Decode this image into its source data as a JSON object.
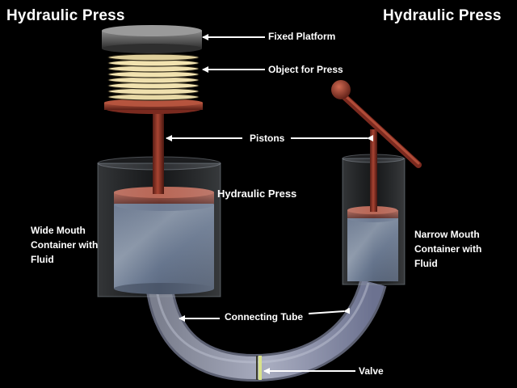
{
  "titles": {
    "left": "Hydraulic Press",
    "right": "Hydraulic Press"
  },
  "labels": {
    "fixed_platform": "Fixed Platform",
    "object_for_press": "Object for Press",
    "pistons": "Pistons",
    "center": "Hydraulic Press",
    "wide_container": [
      "Wide Mouth",
      "Container with",
      "Fluid"
    ],
    "narrow_container": [
      "Narrow Mouth",
      "Container with",
      "Fluid"
    ],
    "connecting_tube": "Connecting Tube",
    "valve": "Valve"
  },
  "colors": {
    "background": "#000000",
    "text": "#ffffff",
    "arrow": "#ffffff",
    "piston": "#8a2e22",
    "platform": "#5a5a5a",
    "object_coil": "#f2e3b0",
    "fluid": "#6e7f99",
    "container_glass": "#9aa3ad",
    "tube": "#9a9fb0",
    "valve": "#d8e28a"
  }
}
